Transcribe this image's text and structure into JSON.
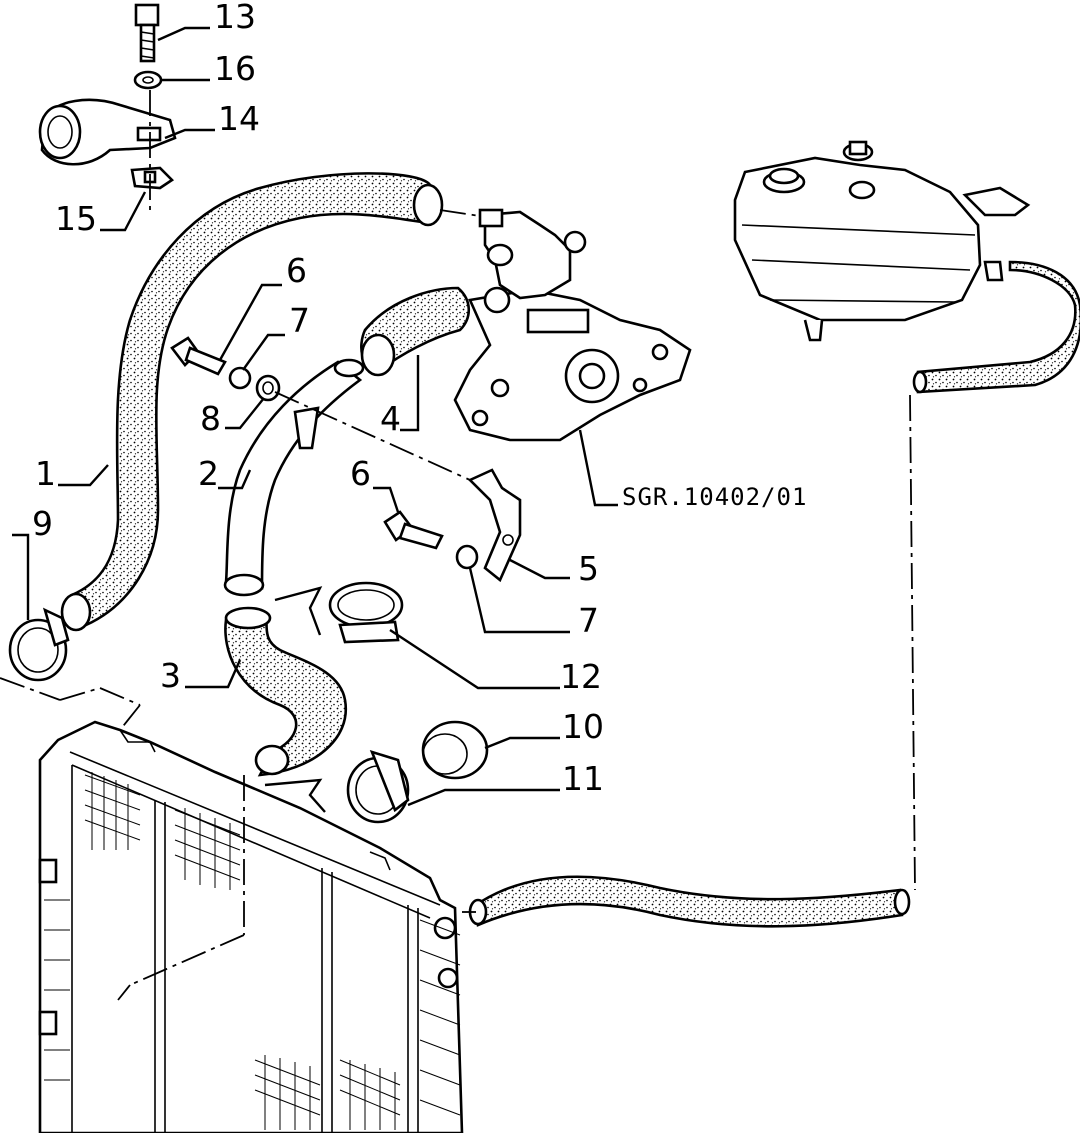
{
  "diagram": {
    "reference_code": "SGR.10402/01",
    "callouts": [
      {
        "id": "c13",
        "text": "13"
      },
      {
        "id": "c16",
        "text": "16"
      },
      {
        "id": "c14",
        "text": "14"
      },
      {
        "id": "c15",
        "text": "15"
      },
      {
        "id": "c6a",
        "text": "6"
      },
      {
        "id": "c7a",
        "text": "7"
      },
      {
        "id": "c8",
        "text": "8"
      },
      {
        "id": "c4",
        "text": "4"
      },
      {
        "id": "c1",
        "text": "1"
      },
      {
        "id": "c9",
        "text": "9"
      },
      {
        "id": "c2",
        "text": "2"
      },
      {
        "id": "c6b",
        "text": "6"
      },
      {
        "id": "c5",
        "text": "5"
      },
      {
        "id": "c7b",
        "text": "7"
      },
      {
        "id": "c12",
        "text": "12"
      },
      {
        "id": "c3",
        "text": "3"
      },
      {
        "id": "c10",
        "text": "10"
      },
      {
        "id": "c11",
        "text": "11"
      }
    ]
  }
}
